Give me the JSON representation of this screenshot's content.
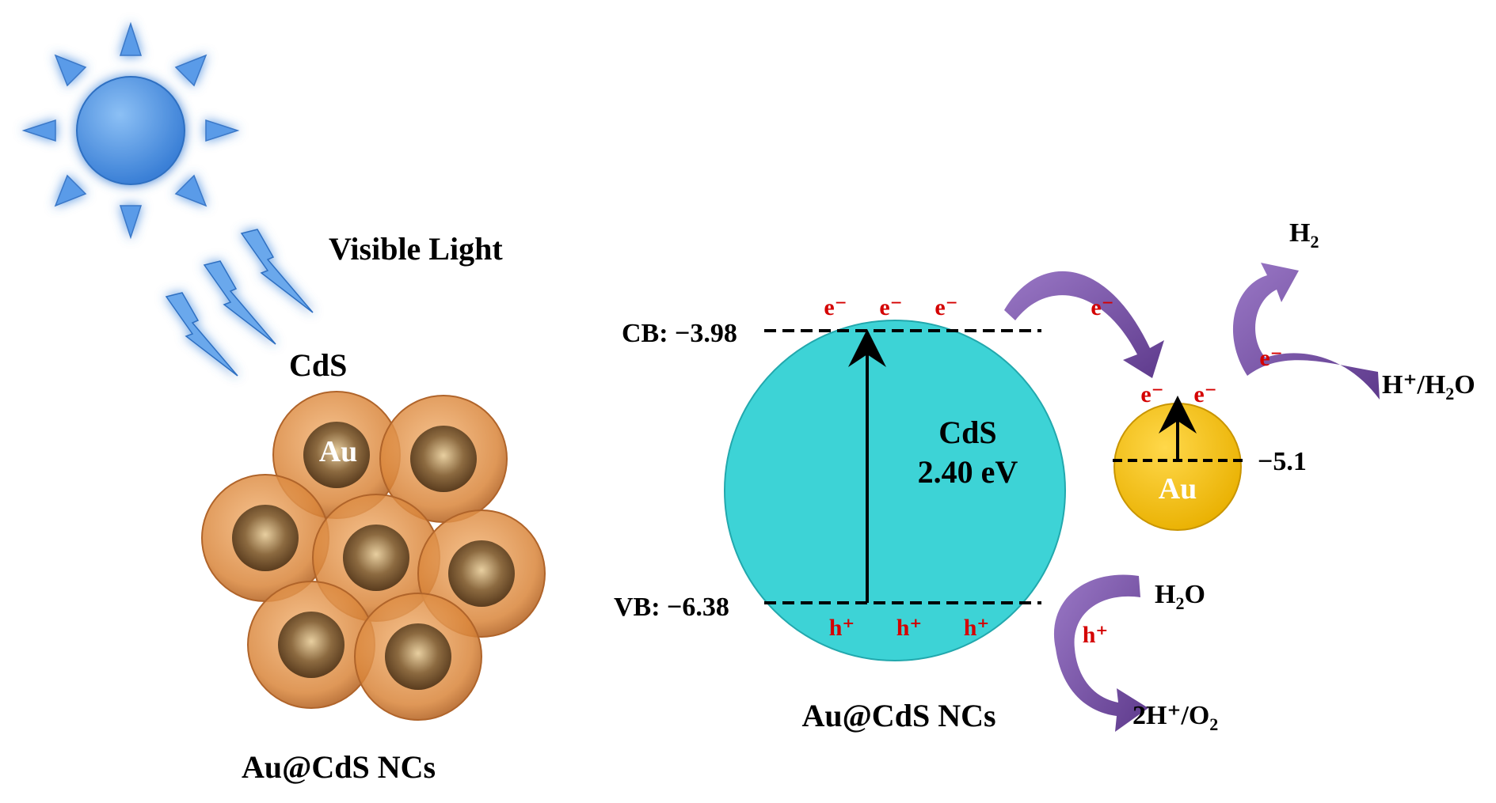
{
  "left_panel": {
    "light_label": "Visible Light",
    "shell_label": "CdS",
    "core_label": "Au",
    "caption": "Au@CdS NCs"
  },
  "band_diagram": {
    "cb_label": "CB: −3.98",
    "vb_label": "VB: −6.38",
    "material": "CdS",
    "band_gap": "2.40 eV",
    "electron": "e⁻",
    "hole": "h⁺",
    "caption": "Au@CdS NCs"
  },
  "au_particle": {
    "label": "Au",
    "fermi_level": "−5.1"
  },
  "reactions": {
    "h2": "H",
    "h2_sub": "2",
    "h_plus_h2o": "H⁺/H",
    "h_plus_h2o_sub": "2",
    "h_plus_h2o_tail": "O",
    "h2o": "H",
    "h2o_sub": "2",
    "h2o_tail": "O",
    "o2_product": "2H⁺/O",
    "o2_product_sub": "2"
  },
  "colors": {
    "cds_sphere": "#3dd3d6",
    "au_particle": "#f5c000",
    "electron_text": "#d40000",
    "arrow_purple": "#7a4fa6",
    "nanocluster": "#d9853a",
    "sun": "#4a90e2"
  },
  "icons": [
    "sun-icon",
    "light-ray-icon",
    "curved-arrow-icon"
  ]
}
